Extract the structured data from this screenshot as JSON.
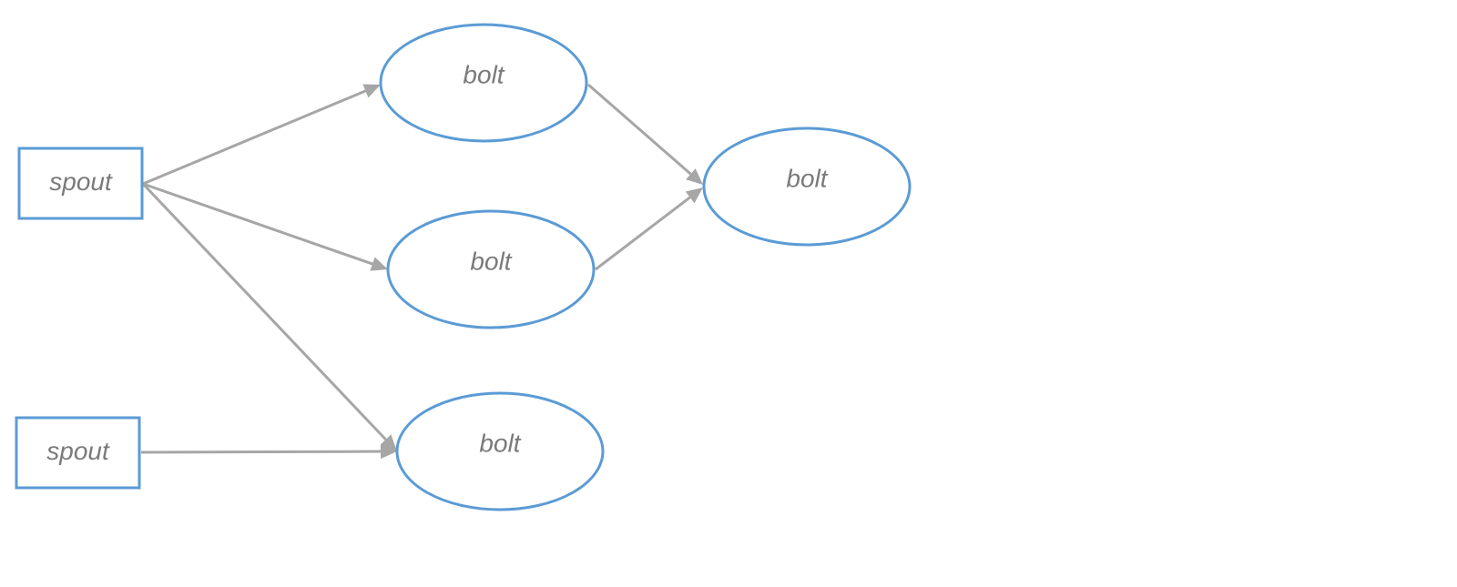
{
  "diagram": {
    "nodes": [
      {
        "id": "spout-1",
        "kind": "spout",
        "label": "spout"
      },
      {
        "id": "spout-2",
        "kind": "spout",
        "label": "spout"
      },
      {
        "id": "bolt-top",
        "kind": "bolt",
        "label": "bolt"
      },
      {
        "id": "bolt-middle",
        "kind": "bolt",
        "label": "bolt"
      },
      {
        "id": "bolt-bottom",
        "kind": "bolt",
        "label": "bolt"
      },
      {
        "id": "bolt-right",
        "kind": "bolt",
        "label": "bolt"
      }
    ],
    "edges": [
      {
        "from": "spout-1",
        "to": "bolt-top"
      },
      {
        "from": "spout-1",
        "to": "bolt-middle"
      },
      {
        "from": "spout-1",
        "to": "bolt-bottom"
      },
      {
        "from": "spout-2",
        "to": "bolt-bottom"
      },
      {
        "from": "bolt-top",
        "to": "bolt-right"
      },
      {
        "from": "bolt-middle",
        "to": "bolt-right"
      }
    ],
    "colors": {
      "node_stroke": "#5b9bd5",
      "edge": "#a6a6a6",
      "label": "#7a7a7a"
    }
  }
}
